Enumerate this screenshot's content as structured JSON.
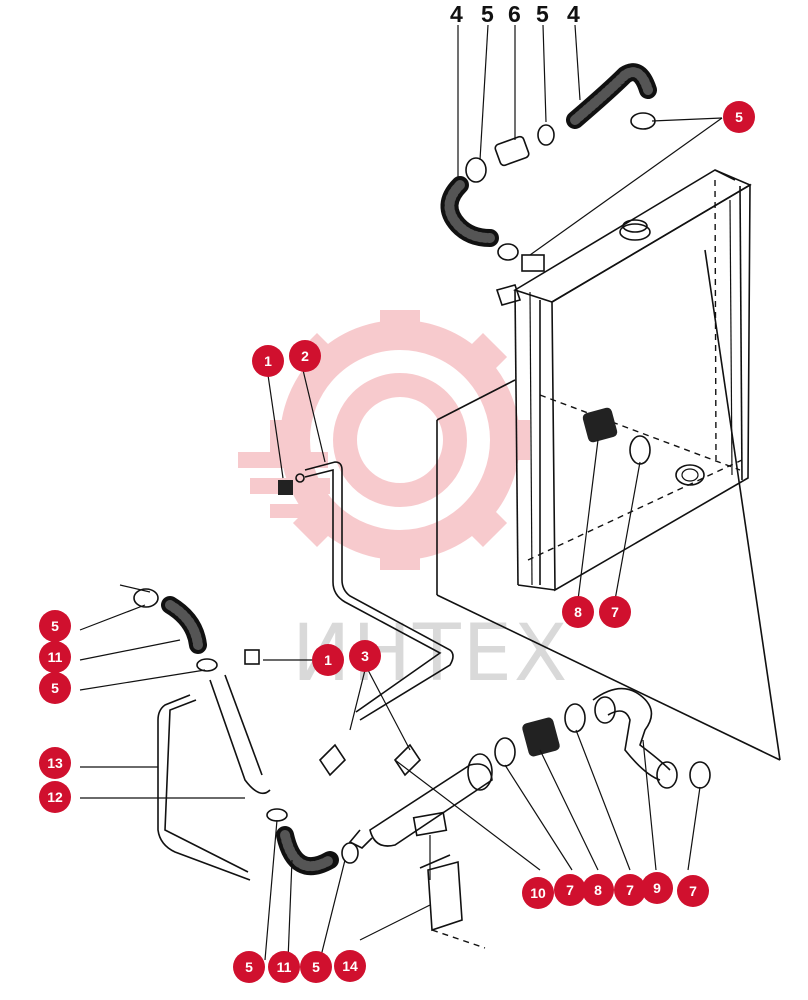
{
  "watermark": {
    "text": "ИНТЕХ",
    "color": "#f2a0a5"
  },
  "colors": {
    "callout": "#d0102e",
    "ink": "#111111"
  },
  "top_numbers": [
    "4",
    "5",
    "6",
    "5",
    "4"
  ],
  "callouts": [
    "5",
    "1",
    "2",
    "8",
    "7",
    "5",
    "11",
    "5",
    "1",
    "3",
    "13",
    "12",
    "10",
    "7",
    "8",
    "7",
    "9",
    "7",
    "5",
    "11",
    "5",
    "14"
  ]
}
